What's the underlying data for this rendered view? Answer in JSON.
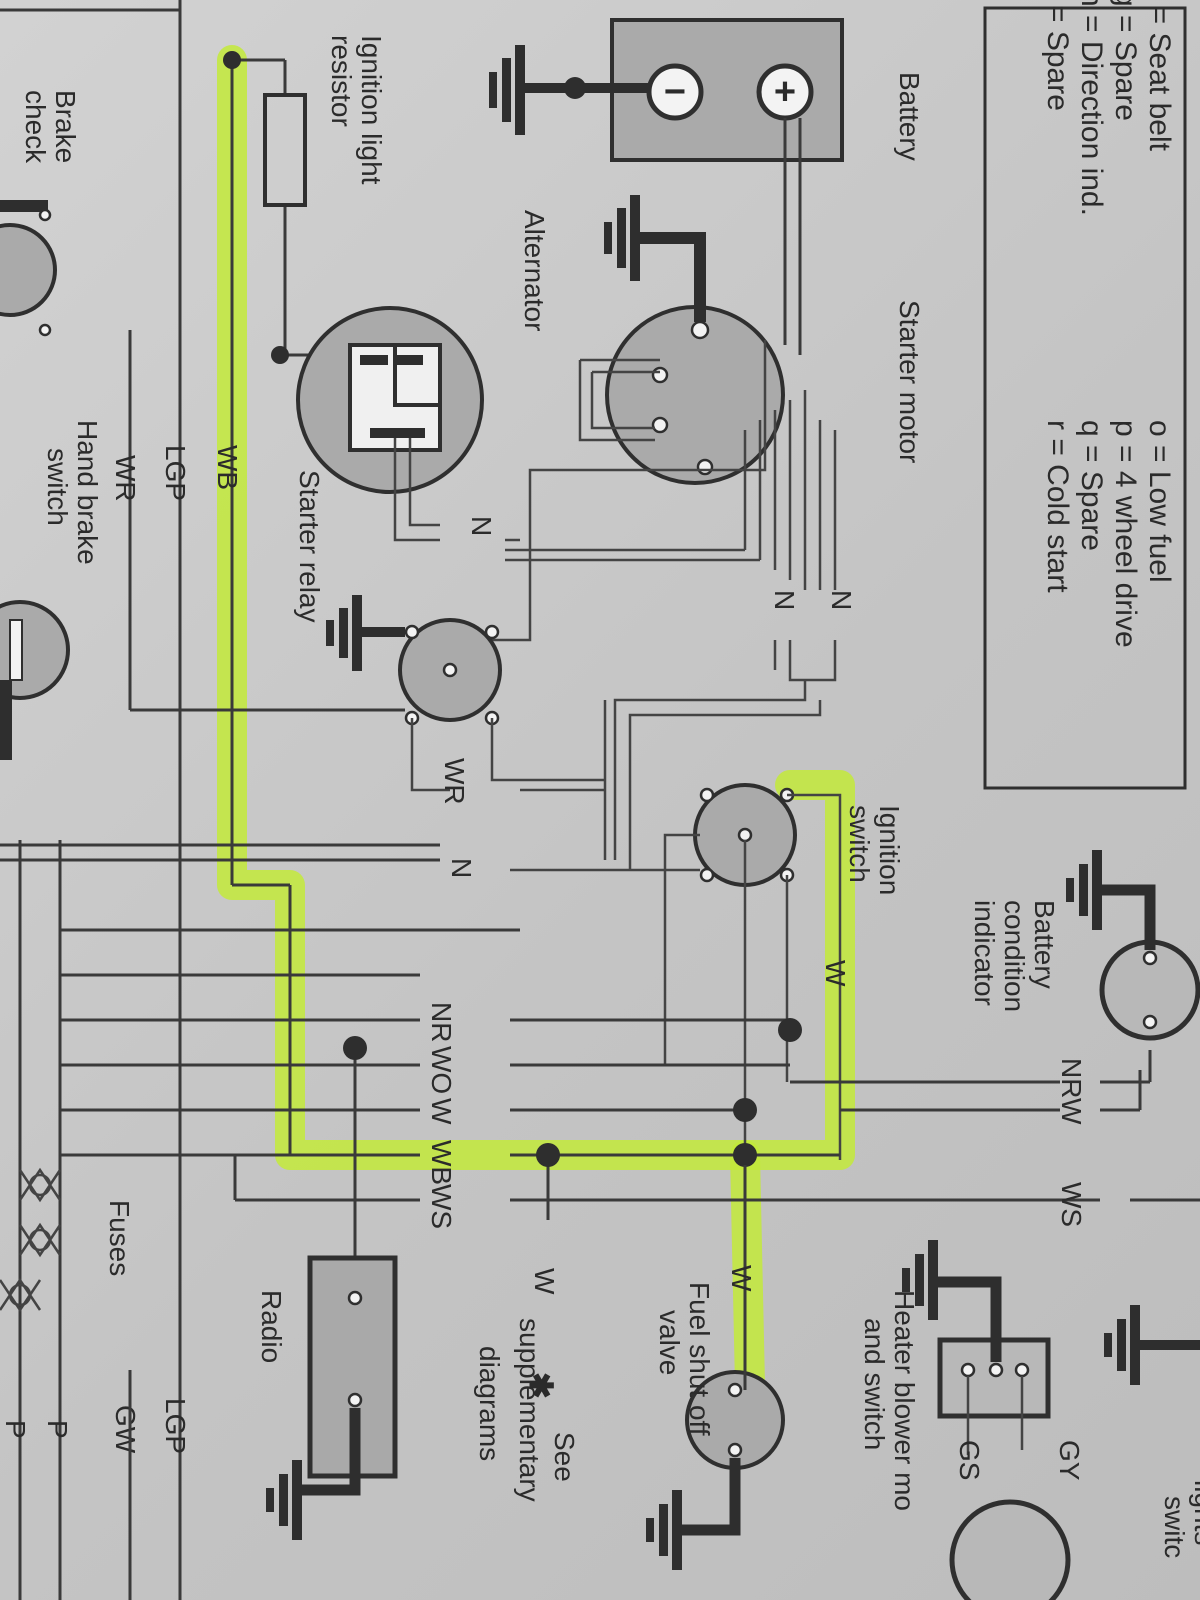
{
  "legend": {
    "entries": [
      {
        "left": "f = Seat belt",
        "right": "o = Low fuel"
      },
      {
        "left": "g = Spare",
        "right": "p = 4 wheel drive"
      },
      {
        "left": "h = Direction ind.",
        "right": "q = Spare"
      },
      {
        "left": "i = Spare",
        "right": "r = Cold start"
      }
    ]
  },
  "components": {
    "battery": "Battery",
    "starter_motor": "Starter motor",
    "ignition_light_resistor": [
      "Ignition light",
      "resistor"
    ],
    "alternator": "Alternator",
    "starter_relay": "Starter relay",
    "ignition_switch": [
      "Ignition",
      "switch"
    ],
    "battery_condition": [
      "Battery",
      "condition",
      "indicator"
    ],
    "brake_check": [
      "Brake",
      "check"
    ],
    "hand_brake_switch": [
      "Hand brake",
      "switch"
    ],
    "fuses": "Fuses",
    "radio": "Radio",
    "fuel_shut_off": [
      "Fuel shut off",
      "valve"
    ],
    "heater_blower": [
      "Heater blower mo",
      "and switch"
    ],
    "lights_switch": [
      "lights",
      "switc"
    ],
    "see_supplementary": [
      "See",
      "supplementary",
      "diagrams"
    ]
  },
  "battery_terminals": {
    "negative": "−",
    "positive": "+"
  },
  "asterisk": "✱",
  "wires": {
    "wb_left": "WB",
    "lgp_left": "LGP",
    "wr_left": "WR",
    "n_alt": "N",
    "n_starter_1": "N",
    "n_starter_2": "N",
    "wr_relay": "WR",
    "n_mid": "N",
    "nr": "NR",
    "wo": "WO",
    "w": "W",
    "wb_bus": "WB",
    "ws": "WS",
    "w_ign_switch": "W",
    "w_fuel": "W",
    "w_supp": "W",
    "nr_right": "NR",
    "w_right": "W",
    "ws_right": "WS",
    "lgp_bottom": "LGP",
    "gw_bottom": "GW",
    "p_1": "P",
    "p_2": "P",
    "gy": "GY",
    "gs": "GS"
  },
  "highlight_color": "#c3ea3a"
}
